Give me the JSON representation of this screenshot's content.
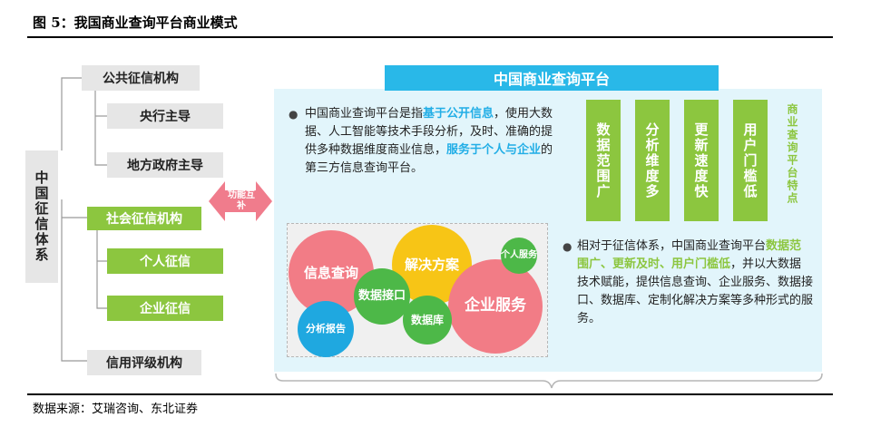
{
  "figure": {
    "title": "图 5：我国商业查询平台商业模式",
    "source": "数据来源：艾瑞咨询、东北证券"
  },
  "left": {
    "root": "中国征信体系",
    "public": "公共征信机构",
    "central": "央行主导",
    "local": "地方政府主导",
    "social": "社会征信机构",
    "personal": "个人征信",
    "enterprise": "企业征信",
    "rating": "信用评级机构"
  },
  "arrow_label": "功能互补",
  "platform": {
    "banner": "中国商业查询平台",
    "bullet1": {
      "a": "中国商业查询平台是指",
      "b": "基于公开信息",
      "c": "，使用大数据、人工智能等技术手段分析，及时、准确的提供多种数据维度商业信息，",
      "d": "服务于个人与企业",
      "e": "的第三方信息查询平台。"
    },
    "features": [
      "数据范围广",
      "分析维度多",
      "更新速度快",
      "用户门槛低"
    ],
    "features_label": "商业查询平台特点",
    "bullet2": {
      "a": "相对于征信体系，中国商业查询平台",
      "b": "数据范围广、更新及时、用户门槛低",
      "c": "，并以大数据技术赋能，提供信息查询、企业服务、数据接口、数据库、定制化解决方案等多种形式的服务。"
    },
    "services": {
      "info_query": "信息查询",
      "solutions": "解决方案",
      "personal_service": "个人服务",
      "data_interface": "数据接口",
      "enterprise_service": "企业服务",
      "analysis_report": "分析报告",
      "database": "数据库"
    }
  },
  "colors": {
    "green": "#8cc63f",
    "blue": "#29b8e8",
    "panel": "#e2f5fb",
    "pink_arrow": "#f07c8c"
  }
}
